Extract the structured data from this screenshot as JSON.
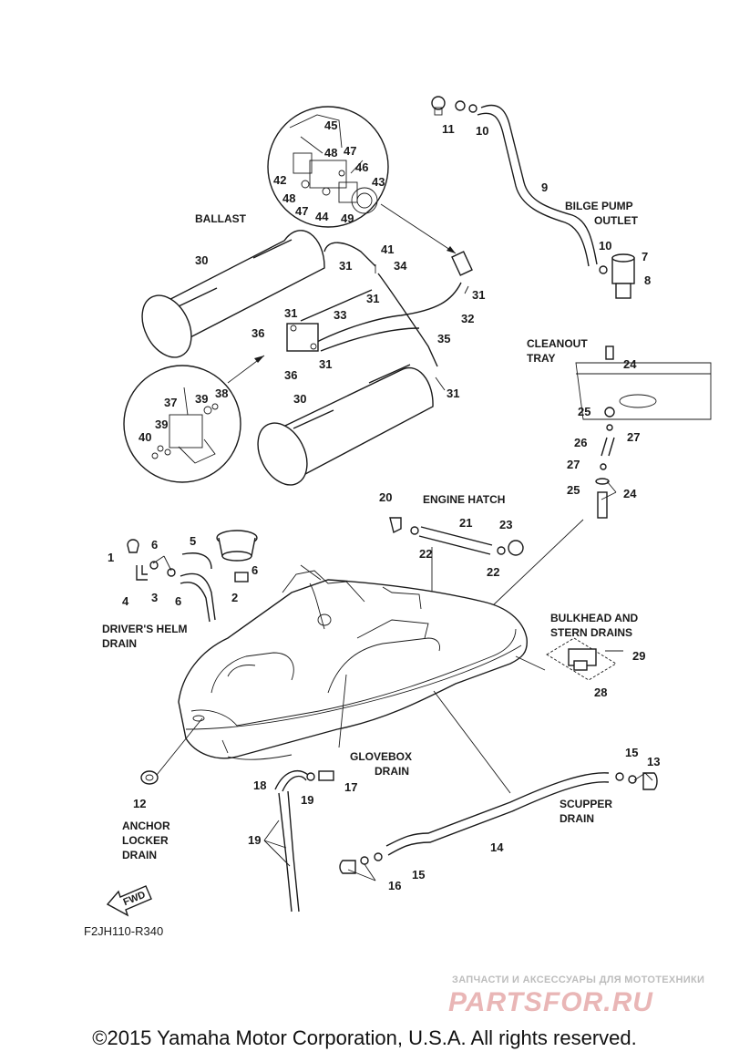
{
  "captions": {
    "ballast": "BALLAST",
    "bilge_pump_outlet_1": "BILGE PUMP",
    "bilge_pump_outlet_2": "OUTLET",
    "cleanout_tray_1": "CLEANOUT",
    "cleanout_tray_2": "TRAY",
    "engine_hatch": "ENGINE HATCH",
    "bulkhead_1": "BULKHEAD AND",
    "bulkhead_2": "STERN DRAINS",
    "drivers_helm_1": "DRIVER'S HELM",
    "drivers_helm_2": "DRAIN",
    "glovebox_1": "GLOVEBOX",
    "glovebox_2": "DRAIN",
    "anchor_1": "ANCHOR",
    "anchor_2": "LOCKER",
    "anchor_3": "DRAIN",
    "scupper_1": "SCUPPER",
    "scupper_2": "DRAIN"
  },
  "fwd_label": "FWD",
  "drawing_code": "F2JH110-R340",
  "copyright": "©2015 Yamaha Motor Corporation, U.S.A. All rights reserved.",
  "watermark": {
    "line1": "ЗАПЧАСТИ И АКСЕССУАРЫ ДЛЯ МОТОТЕХНИКИ",
    "logo": "PARTSFOR.RU",
    "color": "#e9b6b6"
  },
  "part_labels": {
    "p45": "45",
    "p48a": "48",
    "p47a": "47",
    "p46": "46",
    "p42": "42",
    "p43": "43",
    "p48b": "48",
    "p47b": "47",
    "p44": "44",
    "p49": "49",
    "p11": "11",
    "p10a": "10",
    "p9": "9",
    "p10b": "10",
    "p7": "7",
    "p8": "8",
    "p41": "41",
    "p30a": "30",
    "p31a": "31",
    "p34": "34",
    "p31b": "31",
    "p31c": "31",
    "p33": "33",
    "p31d": "31",
    "p32": "32",
    "p36a": "36",
    "p35": "35",
    "p36b": "36",
    "p31e": "31",
    "p38": "38",
    "p37": "37",
    "p39a": "39",
    "p39b": "39",
    "p40": "40",
    "p30b": "30",
    "p31f": "31",
    "p24a": "24",
    "p25a": "25",
    "p27a": "27",
    "p26": "26",
    "p27b": "27",
    "p25b": "25",
    "p24b": "24",
    "p20": "20",
    "p21": "21",
    "p23": "23",
    "p22a": "22",
    "p22b": "22",
    "p1": "1",
    "p6a": "6",
    "p5": "5",
    "p6b": "6",
    "p4": "4",
    "p3": "3",
    "p6c": "6",
    "p2": "2",
    "p29": "29",
    "p28": "28",
    "p12": "12",
    "p18": "18",
    "p17": "17",
    "p19a": "19",
    "p19b": "19",
    "p15a": "15",
    "p13": "13",
    "p14": "14",
    "p16": "16",
    "p15b": "15"
  }
}
